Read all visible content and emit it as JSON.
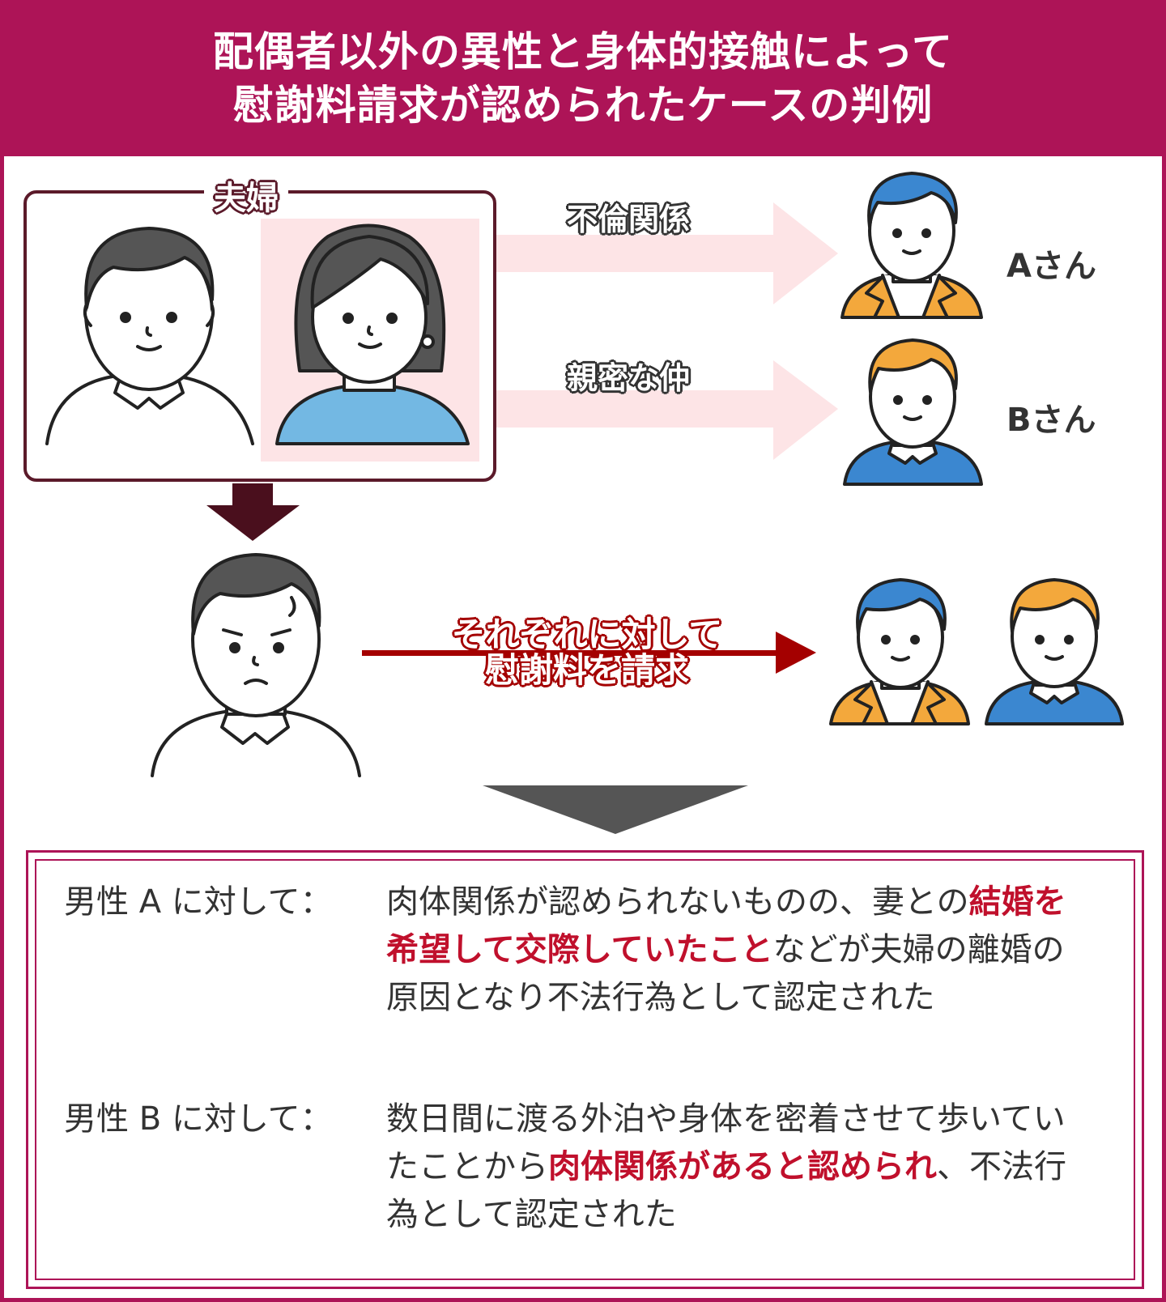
{
  "header": {
    "title_line1": "配偶者以外の異性と身体的接触によって",
    "title_line2": "慰謝料請求が認められたケースの判例"
  },
  "diagram": {
    "couple_label": "夫婦",
    "arrow_affair_label": "不倫関係",
    "arrow_intimate_label": "親密な仲",
    "person_a_label": "Aさん",
    "person_b_label": "Bさん",
    "claim_label_line1": "それぞれに対して",
    "claim_label_line2": "慰謝料を請求"
  },
  "result": {
    "a": {
      "lead": "男性 A に対して：",
      "text1": "肉体関係が認められないものの、妻との",
      "highlight": "結婚を希望して交際していたこと",
      "text2": "などが夫婦の離婚の原因となり不法行為として認定された"
    },
    "b": {
      "lead": "男性 B に対して：",
      "text1": "数日間に渡る外泊や身体を密着させて歩いていたことから",
      "highlight": "肉体関係があると認められ",
      "text2": "、不法行為として認定された"
    }
  },
  "colors": {
    "brand": "#ad1457",
    "dark_arrow": "#4a0f1d",
    "claim_arrow": "#a40000",
    "highlight": "#c0102c",
    "wife_shirt": "#73b8e3",
    "person_a_hair": "#3b87d0",
    "person_a_jacket": "#f3a83c",
    "person_b_hair": "#f3a83c",
    "person_b_shirt": "#3b87d0",
    "hair_dark": "#555555",
    "pink_arrow": "#fde4e6"
  },
  "icons": [
    "husband-icon",
    "wife-icon",
    "person-a-icon",
    "person-b-icon",
    "angry-husband-icon",
    "arrow-down-icon",
    "arrow-right-icon",
    "chevron-down-icon"
  ]
}
